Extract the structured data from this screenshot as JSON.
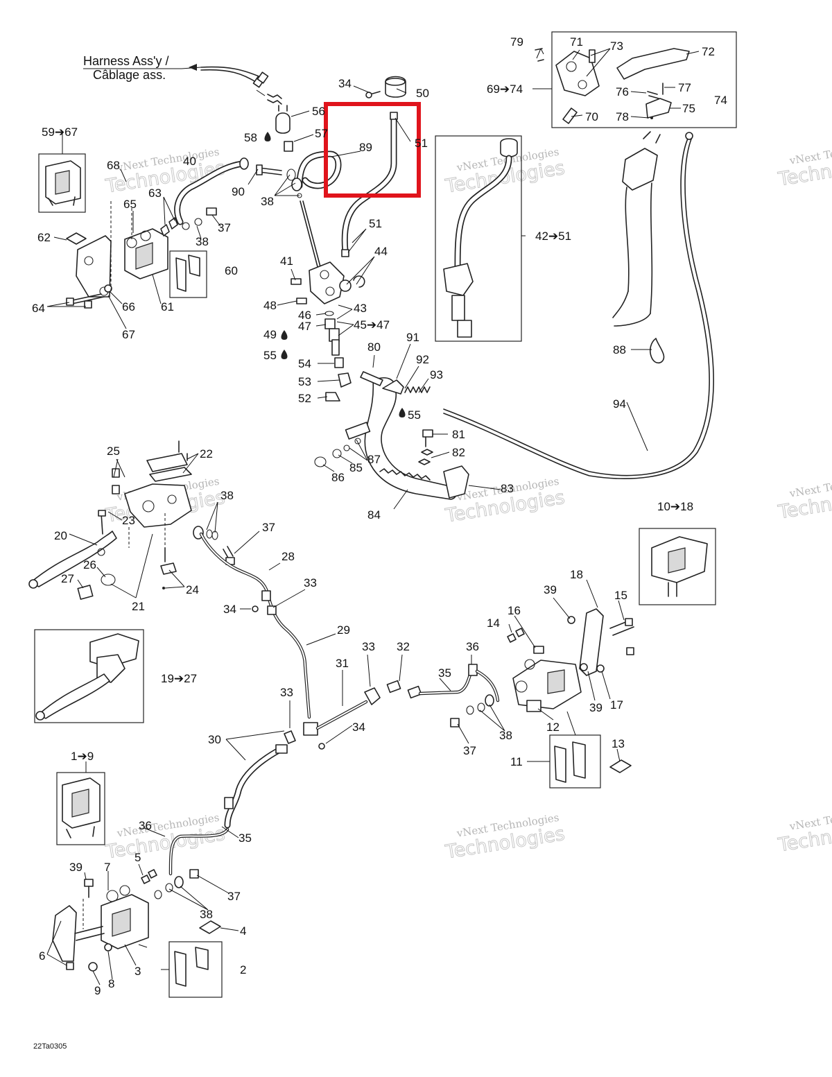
{
  "diagram": {
    "header_line1": "Harness Ass'y /",
    "header_line2": "Câblage ass.",
    "figure_code": "22Ta0305",
    "watermark_line1": "vNext Technologies",
    "watermark_line2": "Technologies",
    "highlight_color": "#e0141c",
    "callouts": [
      "1➔9",
      "2",
      "3",
      "4",
      "5",
      "6",
      "7",
      "8",
      "9",
      "10➔18",
      "11",
      "12",
      "13",
      "14",
      "15",
      "16",
      "17",
      "18",
      "19➔27",
      "20",
      "21",
      "22",
      "23",
      "24",
      "25",
      "26",
      "27",
      "28",
      "29",
      "30",
      "31",
      "32",
      "33",
      "34",
      "35",
      "36",
      "37",
      "38",
      "39",
      "40",
      "41",
      "42➔51",
      "43",
      "44",
      "45➔47",
      "46",
      "47",
      "48",
      "49",
      "50",
      "51",
      "52",
      "53",
      "54",
      "55",
      "56",
      "57",
      "58",
      "59➔67",
      "60",
      "61",
      "62",
      "63",
      "64",
      "65",
      "66",
      "67",
      "68",
      "69➔74",
      "70",
      "71",
      "72",
      "73",
      "74",
      "75",
      "76",
      "77",
      "78",
      "79",
      "80",
      "81",
      "82",
      "83",
      "84",
      "85",
      "86",
      "87",
      "88",
      "89",
      "90",
      "91",
      "92",
      "93",
      "94"
    ]
  }
}
